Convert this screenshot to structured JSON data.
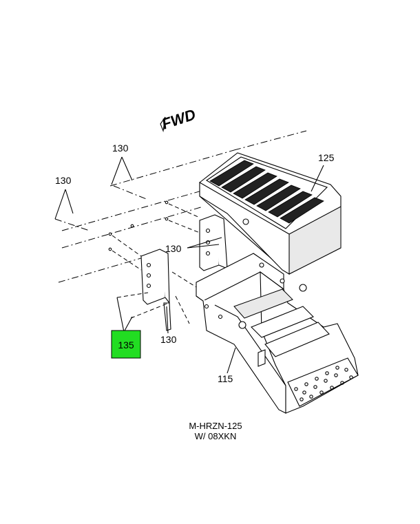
{
  "direction": {
    "label": "FWD"
  },
  "callouts": {
    "c130_top": "130",
    "c130_left": "130",
    "c125": "125",
    "c130_mid": "130",
    "c130_bottom": "130",
    "c115": "115",
    "c135": "135"
  },
  "highlight": {
    "color": "#22dd22"
  },
  "caption": {
    "line1": "M-HRZN-125",
    "line2": "W/ 08XKN"
  }
}
